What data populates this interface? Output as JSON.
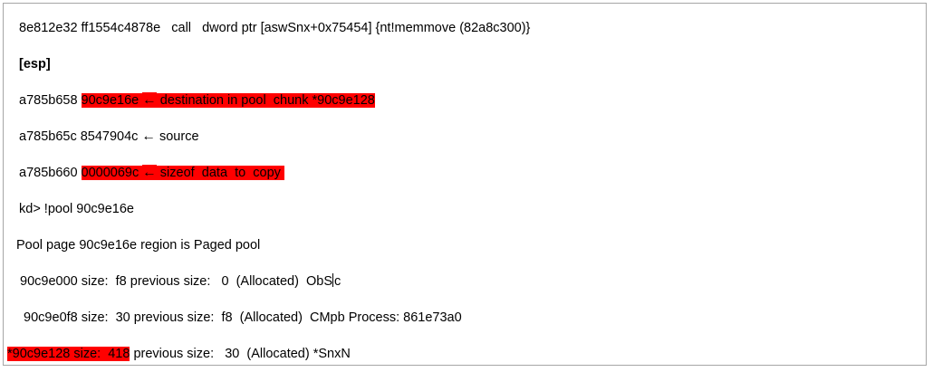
{
  "document": {
    "kind": "windbg-kernel-debugger-output",
    "border_color": "#a6a6a6",
    "highlight_color": "#ff0000",
    "text_color": "#000000",
    "lines": [
      {
        "id": "disasm-call",
        "indent": "ind1",
        "bold": false,
        "segments": [
          {
            "text": "8e812e32 ff1554c4878e   call   dword ptr [aswSnx+0x75454] {nt!memmove (82a8c300)}",
            "highlight": false
          }
        ]
      },
      {
        "id": "esp-label",
        "indent": "ind1",
        "bold": true,
        "segments": [
          {
            "text": "[esp]",
            "highlight": false
          }
        ]
      },
      {
        "id": "esp-destination",
        "indent": "ind1",
        "bold": false,
        "segments": [
          {
            "text": "a785b658 ",
            "highlight": false
          },
          {
            "text": "90c9e16e ",
            "highlight": true
          },
          {
            "text": "←",
            "highlight": true,
            "arrow": true
          },
          {
            "text": " destination in pool",
            "highlight": true
          },
          {
            "text": "_",
            "highlight": true,
            "underscore": true
          },
          {
            "text": "chunk *90c9e128",
            "highlight": true
          }
        ]
      },
      {
        "id": "esp-source",
        "indent": "ind1",
        "bold": false,
        "segments": [
          {
            "text": "a785b65c 8547904c ",
            "highlight": false
          },
          {
            "text": "←",
            "highlight": false,
            "arrow": true
          },
          {
            "text": " source",
            "highlight": false
          }
        ]
      },
      {
        "id": "esp-size",
        "indent": "ind1",
        "bold": false,
        "segments": [
          {
            "text": "a785b660 ",
            "highlight": false
          },
          {
            "text": "0000069c ",
            "highlight": true
          },
          {
            "text": "←",
            "highlight": true,
            "arrow": true
          },
          {
            "text": " sizeof",
            "highlight": true
          },
          {
            "text": "_",
            "highlight": true,
            "underscore": true
          },
          {
            "text": "data",
            "highlight": true
          },
          {
            "text": "_",
            "highlight": true,
            "underscore": true
          },
          {
            "text": "to",
            "highlight": true
          },
          {
            "text": "_",
            "highlight": true,
            "underscore": true
          },
          {
            "text": "copy ",
            "highlight": true
          }
        ]
      },
      {
        "id": "prompt-pool-command",
        "indent": "ind1",
        "bold": false,
        "segments": [
          {
            "text": "kd> !pool 90c9e16e",
            "highlight": false
          }
        ]
      },
      {
        "id": "pool-page-region",
        "indent": "ind0",
        "bold": false,
        "segments": [
          {
            "text": "Pool page 90c9e16e region is Paged pool",
            "highlight": false
          }
        ]
      },
      {
        "id": "chunk-90c9e000",
        "indent": "ind0",
        "bold": false,
        "segments": [
          {
            "text": " 90c9e000 size:  f8 previous size:   0  (Allocated)  ObS",
            "highlight": false
          },
          {
            "text": "",
            "highlight": false,
            "caret": true
          },
          {
            "text": "c",
            "highlight": false
          }
        ]
      },
      {
        "id": "chunk-90c9e0f8",
        "indent": "ind0",
        "bold": false,
        "segments": [
          {
            "text": "  90c9e0f8 size:  30 previous size:  f8  (Allocated)  CMpb Process: 861e73a0",
            "highlight": false
          }
        ]
      },
      {
        "id": "chunk-90c9e128",
        "indent": "ind-edge",
        "bold": false,
        "segments": [
          {
            "text": "*90c9e128 size:  418",
            "highlight": true
          },
          {
            "text": " previous size:   30  (Allocated) *SnxN",
            "highlight": false
          }
        ]
      }
    ]
  }
}
